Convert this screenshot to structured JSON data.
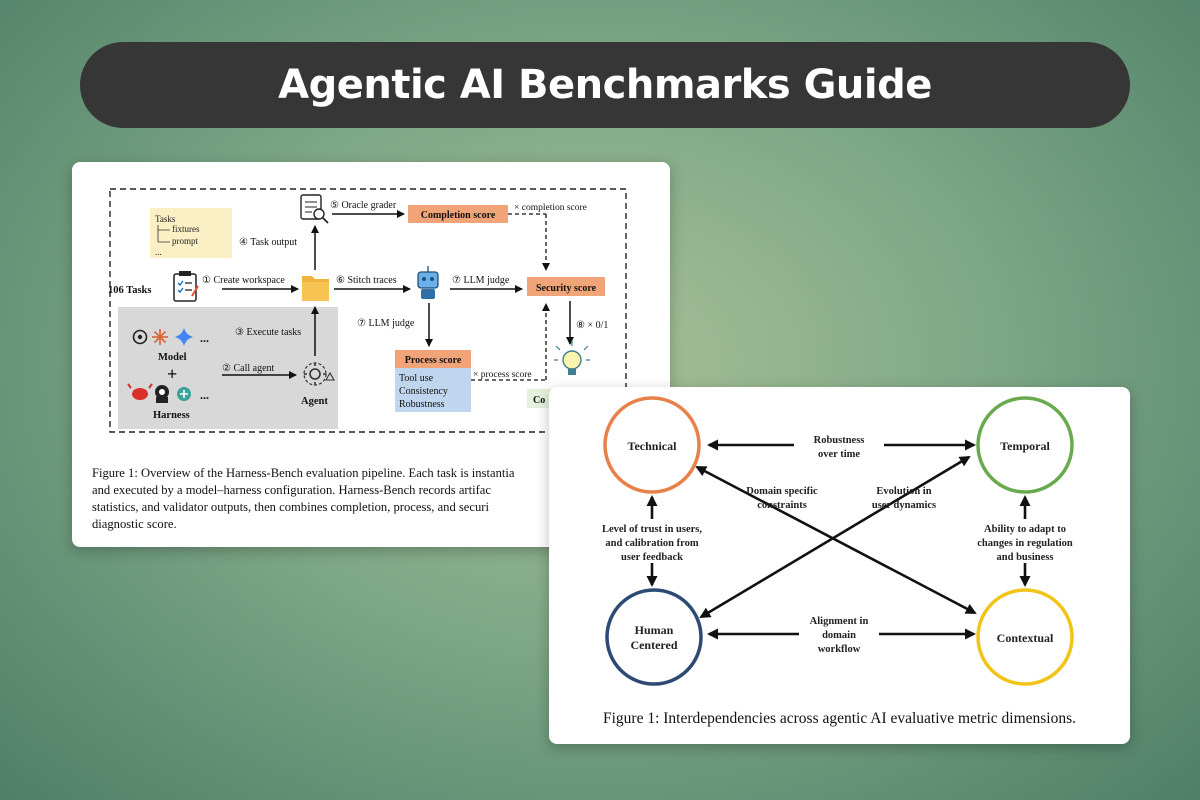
{
  "banner": {
    "title": "Agentic AI Benchmarks Guide"
  },
  "pipeline": {
    "tasks_box": {
      "title": "Tasks",
      "items": [
        "fixtures",
        "prompt",
        "..."
      ]
    },
    "task_count": "106 Tasks",
    "steps": {
      "create_workspace": "① Create workspace",
      "task_output": "④ Task output",
      "oracle_grader": "⑤ Oracle grader",
      "stitch_traces": "⑥ Stitch traces",
      "llm_judge_top": "⑦ LLM judge",
      "llm_judge_left": "⑦ LLM judge",
      "execute_tasks": "③ Execute tasks",
      "call_agent": "② Call agent",
      "final_multiply": "⑧ × 0/1"
    },
    "scores": {
      "completion": "Completion score",
      "completion_mult": "× completion score",
      "security": "Security score",
      "process": "Process score",
      "process_items": [
        "Tool use",
        "Consistency",
        "Robustness"
      ],
      "process_mult": "× process score",
      "final_partial": "Co"
    },
    "model_label": "Model",
    "harness_label": "Harness",
    "agent_label": "Agent",
    "ellipsis": "...",
    "plus": "+",
    "caption_lines": [
      "Figure 1: Overview of the Harness-Bench evaluation pipeline. Each task is instantia",
      "and executed by a model–harness configuration. Harness-Bench records artifac",
      "statistics, and validator outputs, then combines completion, process, and securi",
      "diagnostic score."
    ]
  },
  "dimensions": {
    "nodes": {
      "technical": "Technical",
      "temporal": "Temporal",
      "human_line1": "Human",
      "human_line2": "Centered",
      "contextual": "Contextual"
    },
    "edges": {
      "robustness_1": "Robustness",
      "robustness_2": "over time",
      "domain_1": "Domain specific",
      "domain_2": "constraints",
      "evolution_1": "Evolution in",
      "evolution_2": "user dynamics",
      "trust_1": "Level of trust in users,",
      "trust_2": "and calibration from",
      "trust_3": "user feedback",
      "adapt_1": "Ability to adapt to",
      "adapt_2": "changes in regulation",
      "adapt_3": "and business",
      "align_1": "Alignment in",
      "align_2": "domain",
      "align_3": "workflow"
    },
    "colors": {
      "technical": "#e8804a",
      "temporal": "#6aaa4e",
      "human": "#2c4a74",
      "contextual": "#f2c419"
    },
    "caption": "Figure 1: Interdependencies across agentic AI evaluative metric dimensions."
  }
}
